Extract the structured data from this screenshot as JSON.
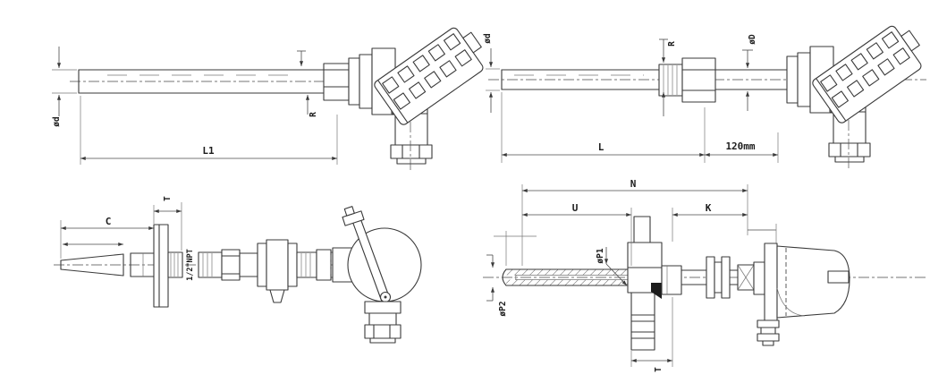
{
  "page": {
    "background": "#ffffff",
    "ink": "#3a3a3a"
  },
  "drawings": {
    "top_left": {
      "labels": {
        "d": "ød",
        "r": "R",
        "l1": "L1"
      }
    },
    "top_right": {
      "labels": {
        "d": "ød",
        "r": "R",
        "D": "øD",
        "l": "L",
        "ext": "120mm"
      }
    },
    "bottom_left": {
      "labels": {
        "c": "C",
        "t": "T",
        "npt": "1/2\"NPT"
      }
    },
    "bottom_right": {
      "labels": {
        "n": "N",
        "u": "U",
        "k": "K",
        "p1": "øP1",
        "p2": "øP2",
        "t": "T"
      }
    }
  }
}
